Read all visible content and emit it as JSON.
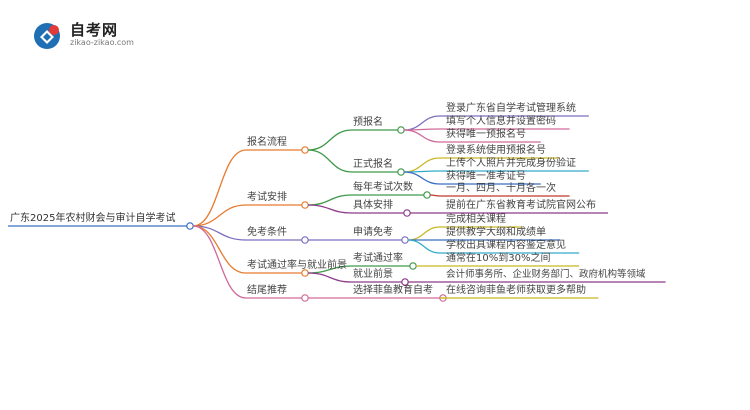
{
  "brand": {
    "title": "自考网",
    "url": "zikao-zikao.com",
    "colors": {
      "blue": "#1f6fb5",
      "red": "#e03a3a"
    }
  },
  "mindmap": {
    "root": "广东2025年农村财会与审计自学考试",
    "branches": [
      {
        "label": "报名流程",
        "color": "#e87b2e",
        "children": [
          {
            "label": "预报名",
            "color": "#3f9a4a",
            "children": [
              {
                "label": "登录广东省自学考试管理系统",
                "color": "#7b6fc0"
              },
              {
                "label": "填写个人信息并设置密码",
                "color": "#d06a9a"
              },
              {
                "label": "获得唯一预报名号",
                "color": "#d06a9a"
              }
            ]
          },
          {
            "label": "正式报名",
            "color": "#3f9a4a",
            "children": [
              {
                "label": "登录系统使用预报名号",
                "color": "#c9b826"
              },
              {
                "label": "上传个人照片并完成身份验证",
                "color": "#33aacc"
              },
              {
                "label": "获得唯一准考证号",
                "color": "#3a6fc0"
              }
            ]
          }
        ]
      },
      {
        "label": "考试安排",
        "color": "#e87b2e",
        "children": [
          {
            "label": "每年考试次数",
            "color": "#3f9a4a",
            "children": [
              {
                "label": "一月、四月、十月各一次",
                "color": "#c0392b"
              }
            ]
          },
          {
            "label": "具体安排",
            "color": "#8e3a8a",
            "children": [
              {
                "label": "提前在广东省教育考试院官网公布",
                "color": "#8e3a8a"
              }
            ]
          }
        ]
      },
      {
        "label": "免考条件",
        "color": "#7b6fc0",
        "children": [
          {
            "label": "申请免考",
            "color": "#7b6fc0",
            "children": [
              {
                "label": "完成相关课程",
                "color": "#c9b826"
              },
              {
                "label": "提供教学大纲和成绩单",
                "color": "#3a6fc0"
              },
              {
                "label": "学校出具课程内容鉴定意见",
                "color": "#33aacc"
              }
            ]
          }
        ]
      },
      {
        "label": "考试通过率与就业前景",
        "color": "#e87b2e",
        "children": [
          {
            "label": "考试通过率",
            "color": "#3f9a4a",
            "children": [
              {
                "label": "通常在10%到30%之间",
                "color": "#c9b826"
              }
            ]
          },
          {
            "label": "就业前景",
            "color": "#8e3a8a",
            "children": [
              {
                "label": "会计师事务所、企业财务部门、政府机构等领域",
                "color": "#8e3a8a"
              }
            ]
          }
        ]
      },
      {
        "label": "结尾推荐",
        "color": "#d06a9a",
        "children": [
          {
            "label": "选择菲鱼教育自考",
            "color": "#d06a9a",
            "children": [
              {
                "label": "在线咨询菲鱼老师获取更多帮助",
                "color": "#c9b826"
              }
            ]
          }
        ]
      }
    ]
  }
}
